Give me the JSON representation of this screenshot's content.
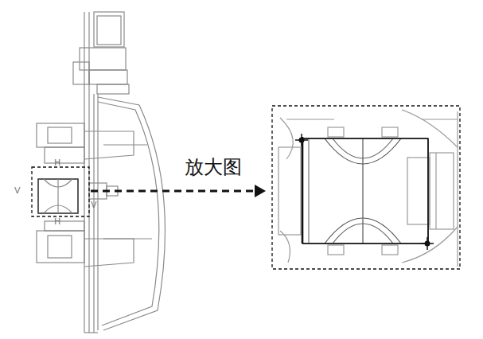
{
  "diagram": {
    "labels": [
      "放大图",
      "V",
      "H",
      "H",
      "V"
    ]
  }
}
